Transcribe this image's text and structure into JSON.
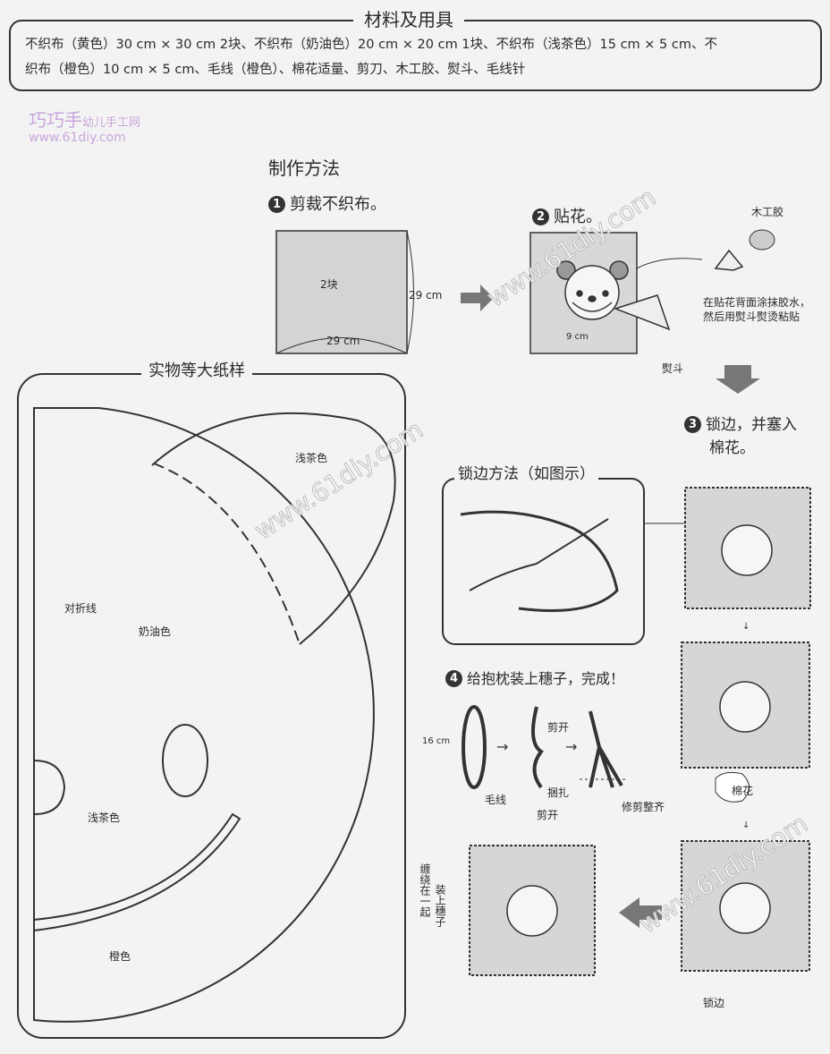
{
  "materials": {
    "title": "材料及用具",
    "line1": "不织布（黄色）30 cm × 30 cm  2块、不织布（奶油色）20 cm × 20 cm  1块、不织布（浅茶色）15 cm × 5 cm、不",
    "line2": "织布（橙色）10 cm × 5 cm、毛线（橙色）、棉花适量、剪刀、木工胶、熨斗、毛线针"
  },
  "watermark": {
    "site_name": "巧巧手",
    "site_sub": "幼儿手工网",
    "url": "www.61diy.com",
    "diagonal": "www.61diy.com"
  },
  "method": {
    "title": "制作方法",
    "step1": {
      "num": "1",
      "text": "剪裁不织布。",
      "count": "2块",
      "height": "29 cm",
      "width": "29 cm"
    },
    "step2": {
      "num": "2",
      "text": "贴花。",
      "glue": "木工胶",
      "note1": "在贴花背面涂抹胶水，",
      "note2": "然后用熨斗熨烫粘贴",
      "size": "9 cm",
      "iron": "熨斗"
    },
    "step3": {
      "num": "3",
      "text1": "锁边，并塞入",
      "text2": "棉花。",
      "cotton": "棉花",
      "edge": "锁边"
    },
    "stitch_box": {
      "title": "锁边方法（如图示）"
    },
    "step4": {
      "num": "4",
      "text": "给抱枕装上穗子，完成！",
      "length": "16 cm",
      "yarn": "毛线",
      "cut_top": "剪开",
      "tie": "捆扎",
      "cut_bottom": "剪开",
      "trim": "修剪整齐",
      "wrap": "缠绕在一起",
      "attach": "装上穗子"
    }
  },
  "pattern": {
    "title": "实物等大纸样",
    "light_brown_top": "浅茶色",
    "fold_line": "对折线",
    "cream": "奶油色",
    "light_brown_nose": "浅茶色",
    "orange": "橙色"
  }
}
